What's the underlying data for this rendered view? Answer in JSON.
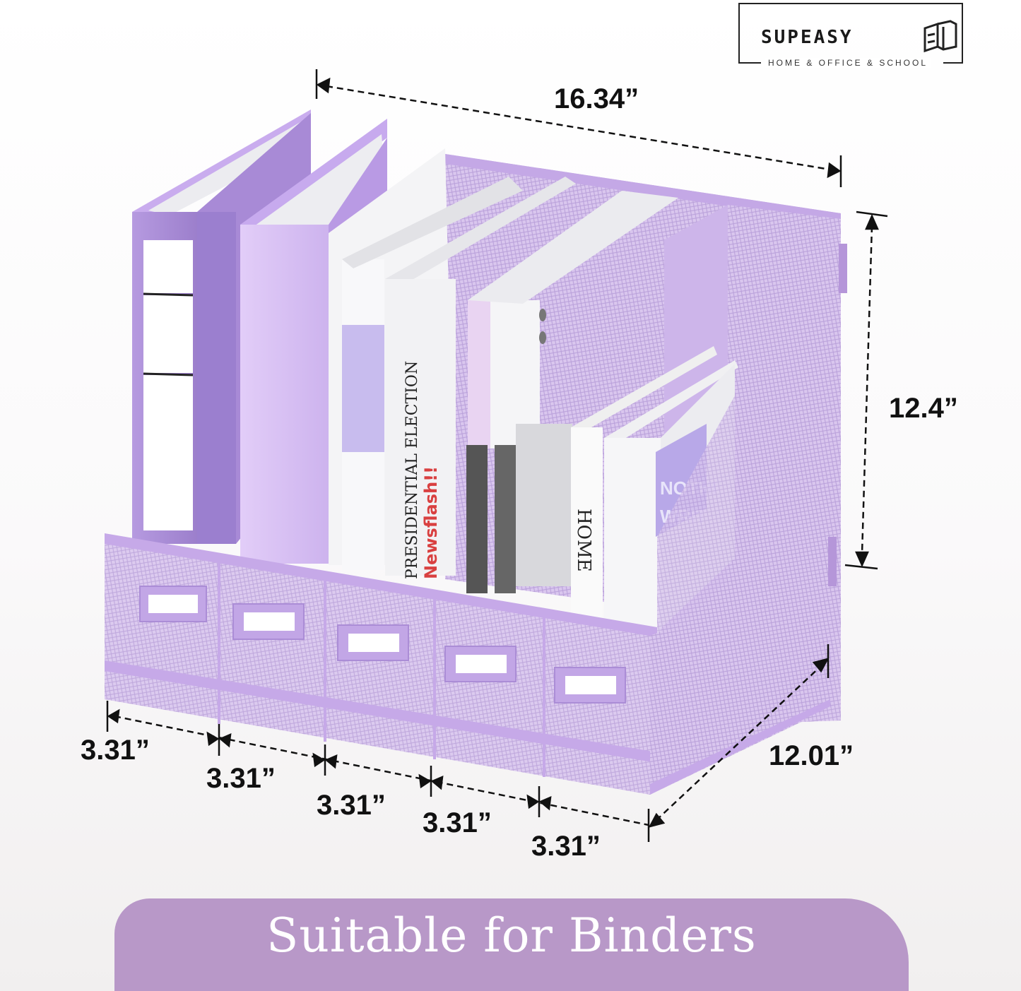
{
  "brand": {
    "name": "SUPEASY",
    "tagline": "HOME & OFFICE & SCHOOL"
  },
  "product": {
    "type": "5-compartment mesh magazine file organizer",
    "color": "#c9b0e3",
    "accent_color": "#a88ad0",
    "book_spines": [
      "PRESIDENTIAL ELECTION",
      "Newsflash!!",
      "HOME",
      "NOTHING WRITTEN"
    ]
  },
  "dimensions": {
    "width": "16.34”",
    "height": "12.4”",
    "depth": "12.01”",
    "compartments": [
      "3.31”",
      "3.31”",
      "3.31”",
      "3.31”",
      "3.31”"
    ]
  },
  "banner": {
    "text": "Suitable for Binders",
    "color": "#b898c8"
  }
}
